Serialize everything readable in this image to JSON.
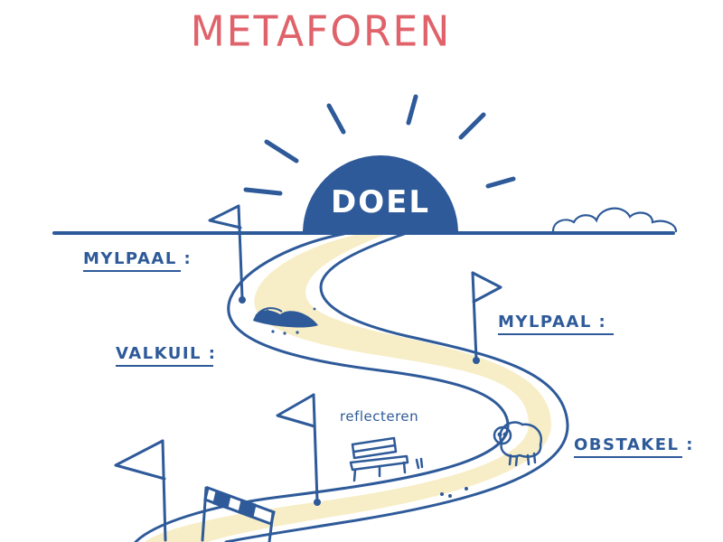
{
  "title": "METAFOREN",
  "goal": "DOEL",
  "labels": {
    "milestone_left": "MYLPAAL :",
    "milestone_right": "MYLPAAL :",
    "pitfall": "VALKUIL :",
    "obstacle": "OBSTAKEL :",
    "reflect": "reflecteren"
  },
  "colors": {
    "title": "#e0626a",
    "ink": "#2e5a99",
    "goal_fill": "#2e5a99",
    "path_fill": "#f7eec7",
    "background": "#ffffff"
  },
  "icons": [
    "sun-icon",
    "cloud-icon",
    "flag-icon",
    "bench-icon",
    "sheep-icon",
    "hurdle-icon",
    "pitfall-hole-icon"
  ]
}
